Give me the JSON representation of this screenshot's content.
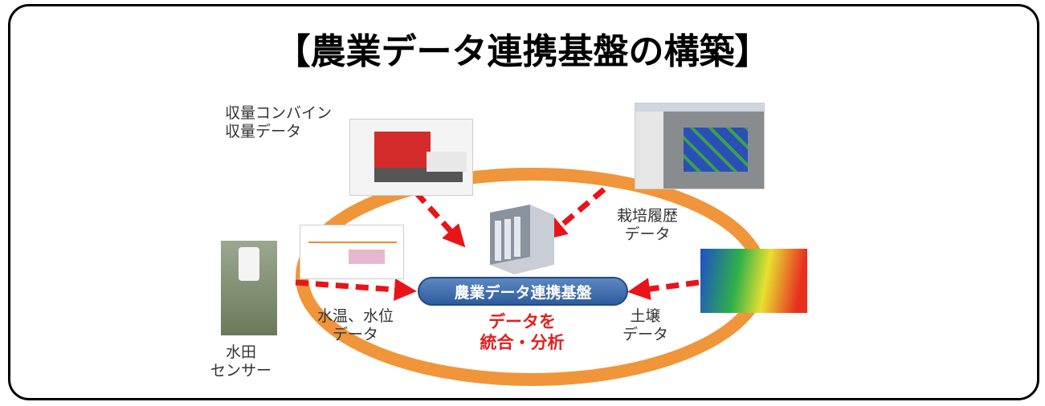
{
  "title": "【農業データ連携基盤の構築】",
  "center": {
    "platform_label": "農業データ連携基盤",
    "action_line1": "データを",
    "action_line2": "統合・分析"
  },
  "sources": [
    {
      "id": "combine",
      "line1": "収量コンバイン",
      "line2": "収量データ"
    },
    {
      "id": "cultivation",
      "line1": "栽培履歴",
      "line2": "データ"
    },
    {
      "id": "water",
      "line1": "水温、水位",
      "line2": "データ"
    },
    {
      "id": "soil",
      "line1": "土壌",
      "line2": "データ"
    },
    {
      "id": "sensor",
      "line1": "水田",
      "line2": "センサー"
    }
  ],
  "colors": {
    "ring": "#f0953a",
    "arrow": "#e8141a",
    "platform": "#3a67a8"
  }
}
